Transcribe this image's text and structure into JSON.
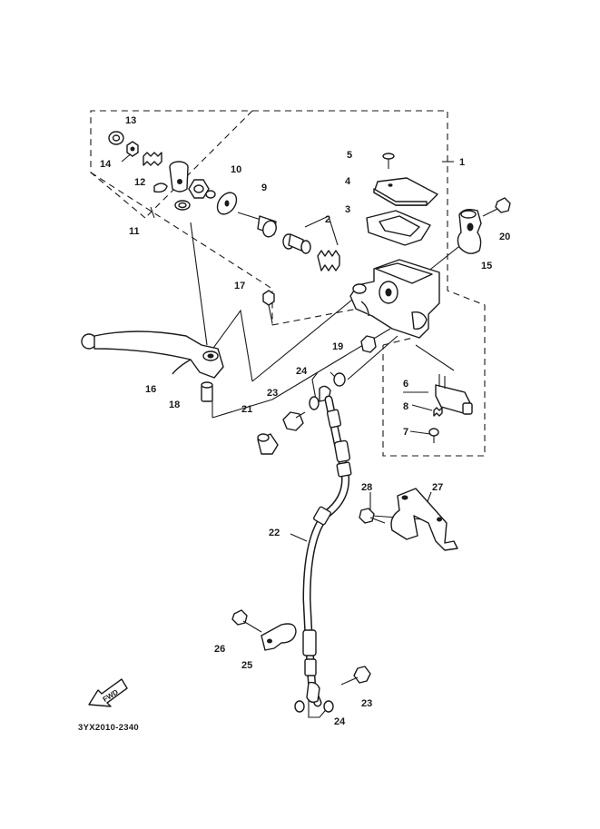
{
  "diagram_code": "3YX2010-2340",
  "fwd_label": "FWD",
  "callouts": {
    "c1": "1",
    "c2": "2",
    "c3": "3",
    "c4": "4",
    "c5": "5",
    "c6": "6",
    "c7": "7",
    "c8": "8",
    "c9": "9",
    "c10": "10",
    "c11": "11",
    "c12": "12",
    "c13": "13",
    "c14": "14",
    "c15": "15",
    "c16": "16",
    "c17": "17",
    "c18": "18",
    "c19": "19",
    "c20": "20",
    "c21": "21",
    "c22": "22",
    "c23a": "23",
    "c23b": "23",
    "c24a": "24",
    "c24b": "24",
    "c25": "25",
    "c26": "26",
    "c27": "27",
    "c28": "28"
  }
}
